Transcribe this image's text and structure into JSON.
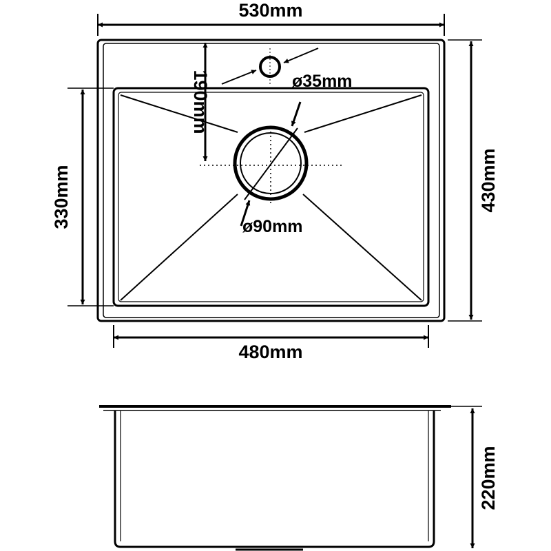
{
  "top_view": {
    "outer_width": "530mm",
    "outer_height": "430mm",
    "bowl_width": "480mm",
    "bowl_height": "330mm",
    "tap_offset": "190mm",
    "tap_hole": "ø35mm",
    "drain": "ø90mm"
  },
  "side_view": {
    "depth": "220mm"
  },
  "colors": {
    "line": "#000000",
    "background": "#ffffff"
  }
}
